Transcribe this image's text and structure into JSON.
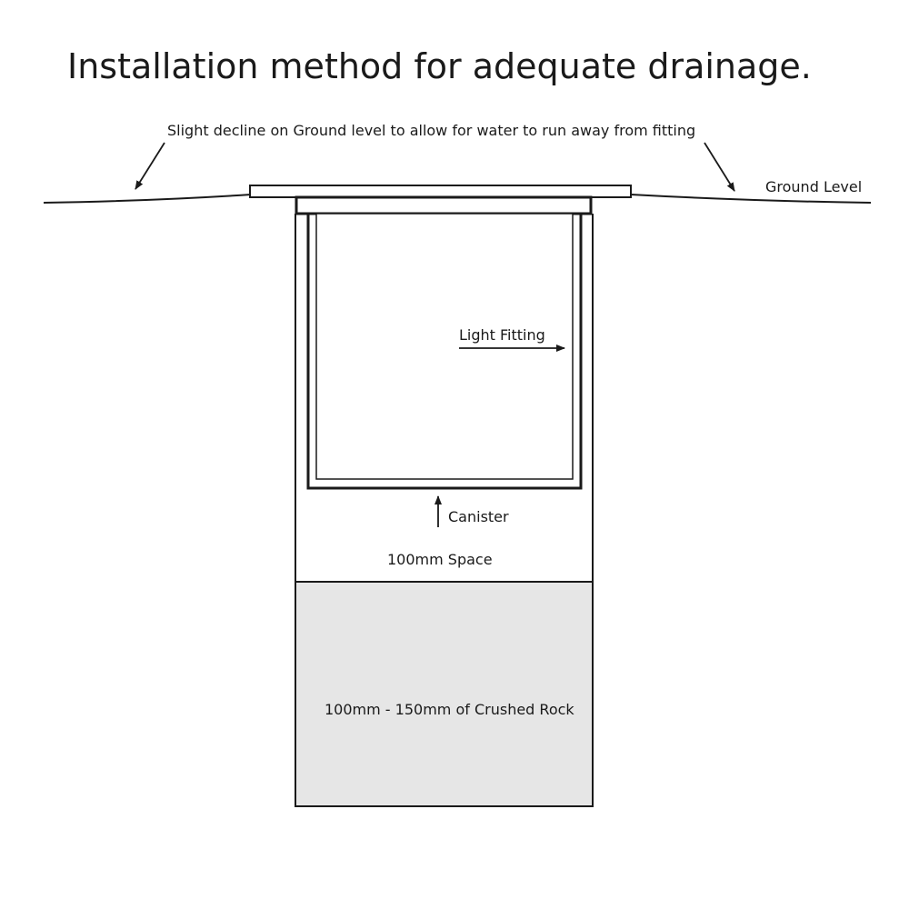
{
  "title": "Installation method for adequate drainage.",
  "labels": {
    "decline_note": "Slight decline on Ground level to allow for water to run away from fitting",
    "ground_level": "Ground Level",
    "light_fitting": "Light Fitting",
    "canister": "Canister",
    "space": "100mm Space",
    "crushed_rock": "100mm - 150mm of Crushed Rock"
  },
  "colors": {
    "line": "#1a1a1a",
    "crushed_rock_fill": "#e6e6e6",
    "background": "#ffffff"
  }
}
